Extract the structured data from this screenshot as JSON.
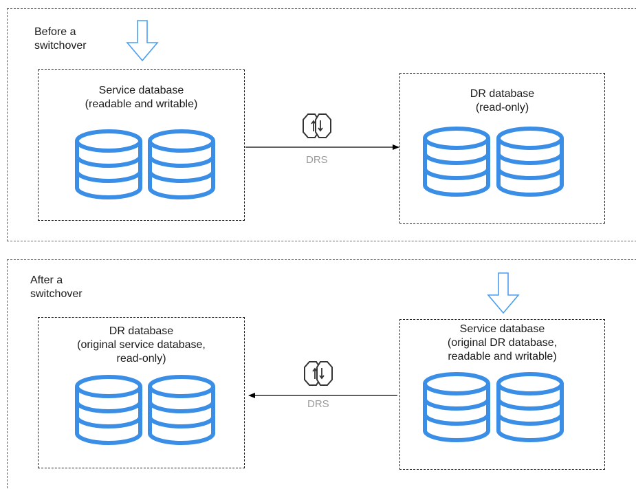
{
  "top": {
    "caption": [
      "Before a",
      "switchover"
    ],
    "source": {
      "title": [
        "Service database",
        "(readable and writable)"
      ]
    },
    "target": {
      "title": [
        "DR database",
        "(read-only)"
      ]
    },
    "link_label": "DRS"
  },
  "bottom": {
    "caption": [
      "After a",
      "switchover"
    ],
    "target": {
      "title": [
        "DR database",
        "(original service database,",
        "read-only)"
      ]
    },
    "source": {
      "title": [
        "Service database",
        "(original DR database,",
        "readable and writable)"
      ]
    },
    "link_label": "DRS"
  },
  "colors": {
    "db_stroke": "#3a8ee6",
    "arrow_stroke": "#4a9ef0",
    "line": "#000000",
    "dashed": "#1a1a1a",
    "drs_text": "#9a9a9a"
  },
  "icons": [
    "down-arrow-icon",
    "database-icon",
    "drs-sync-icon"
  ]
}
